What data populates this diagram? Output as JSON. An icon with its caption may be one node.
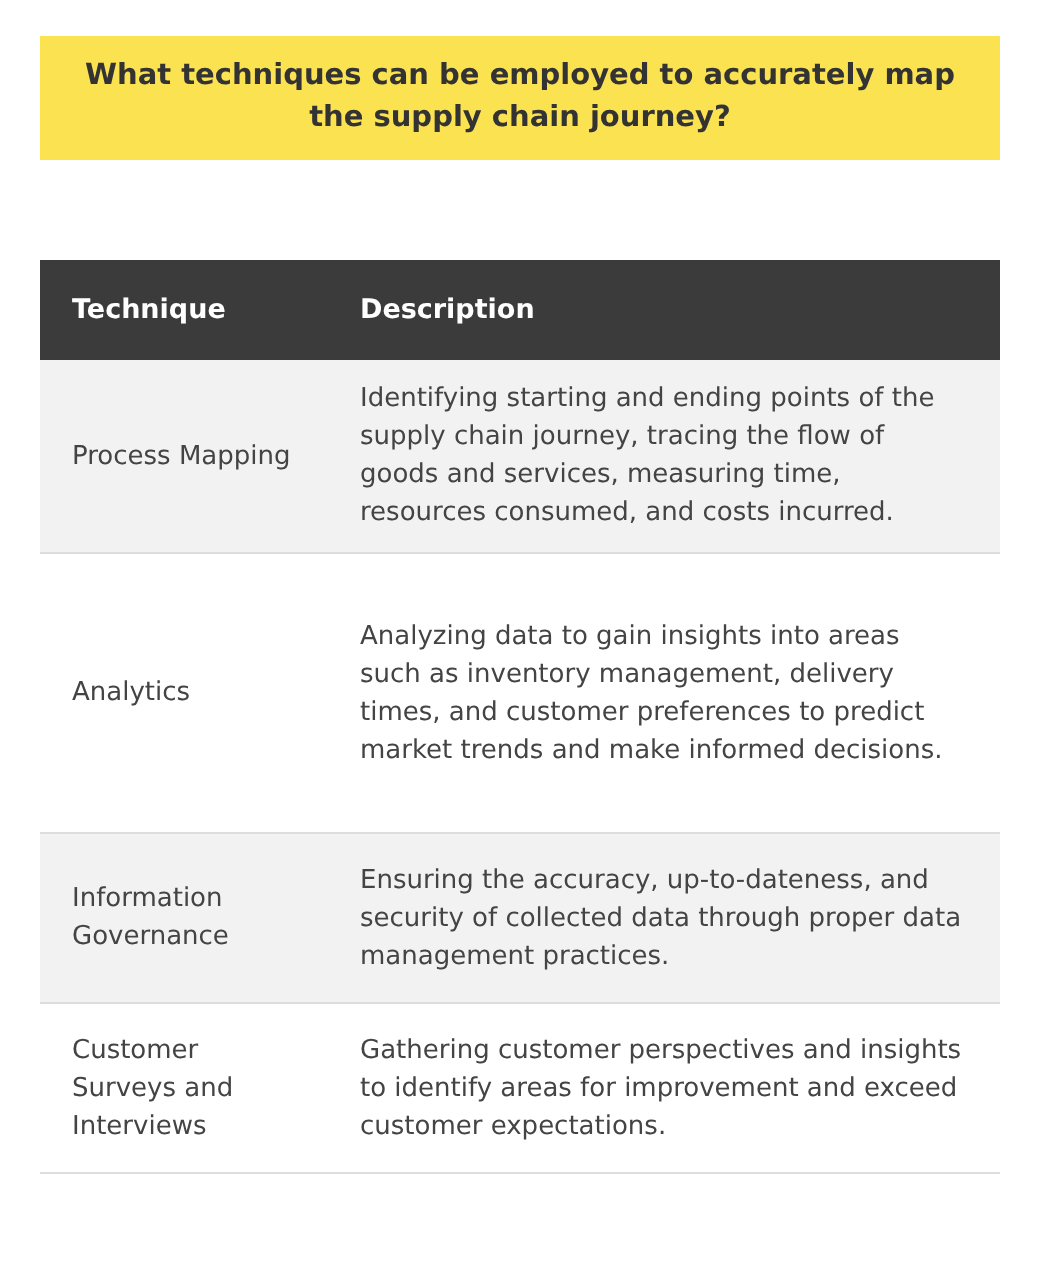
{
  "diagram": {
    "title": "What techniques can be employed to accurately map the supply chain journey?",
    "labels": [
      "Technique",
      "Description",
      "Process Mapping",
      "Identifying starting and ending points of the supply chain journey, tracing the flow of goods and services, measuring time, resources consumed, and costs incurred.",
      "Analytics",
      "Analyzing data to gain insights into areas such as inventory management, delivery times, and customer preferences to predict market trends and make informed decisions.",
      "Information Governance",
      "Ensuring the accuracy, up-to-dateness, and security of collected data through proper data management practices.",
      "Customer Surveys and Interviews",
      "Gathering customer perspectives and insights to identify areas for improvement and exceed customer expectations."
    ]
  }
}
